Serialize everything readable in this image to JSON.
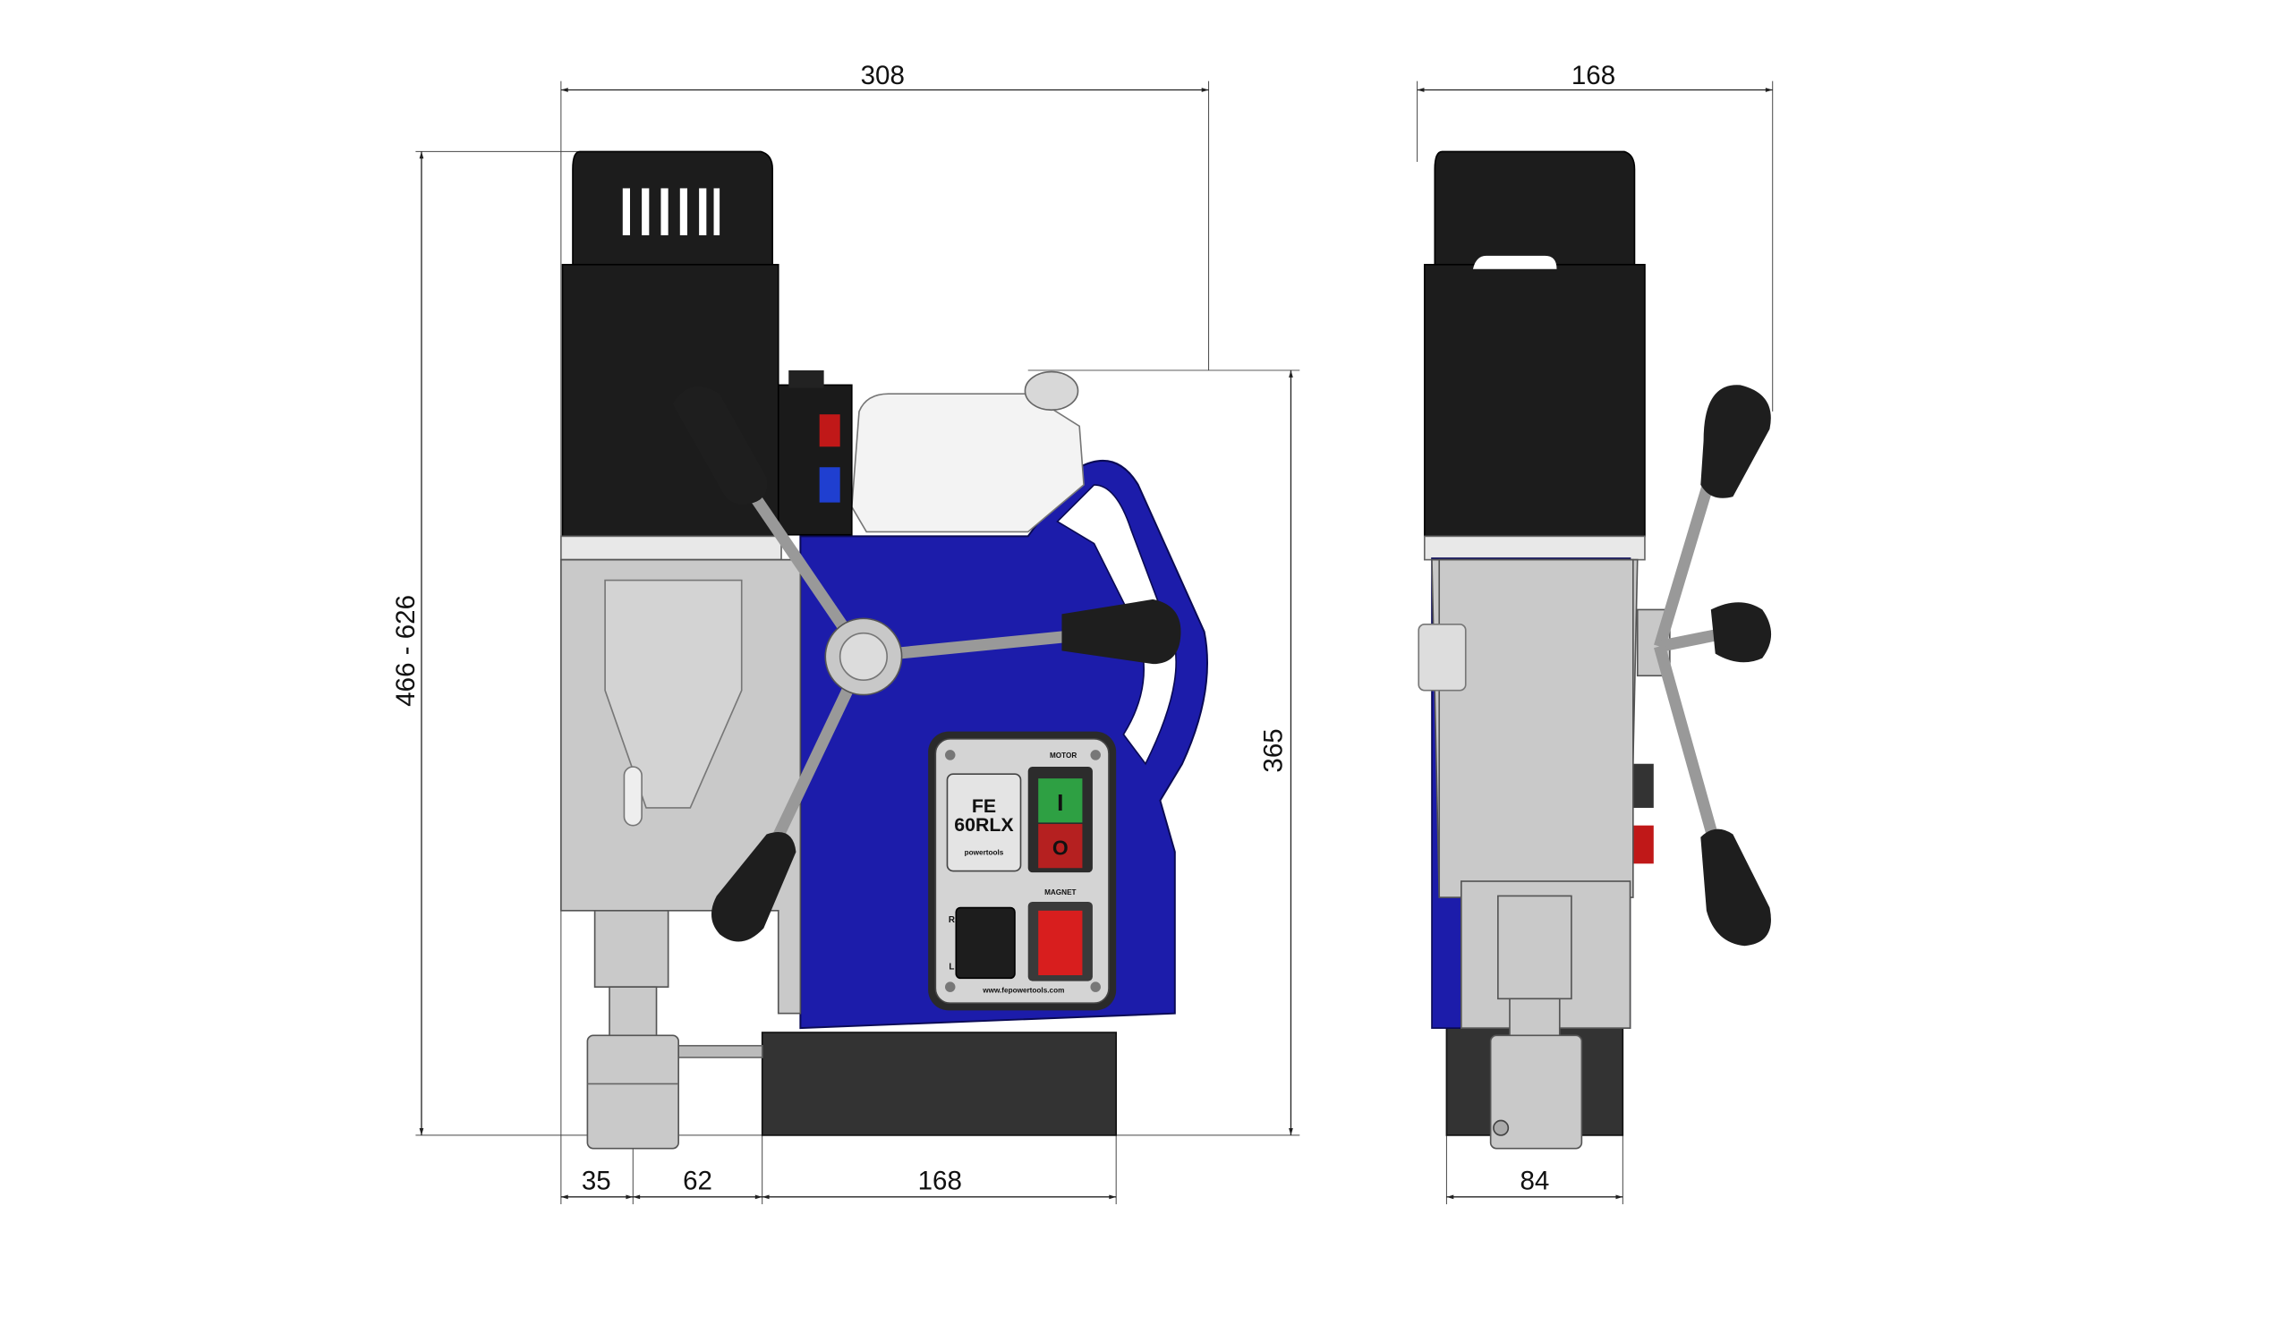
{
  "dimensions": {
    "overall_width": "308",
    "side_width": "168",
    "height_range": "466 - 626",
    "height_base": "365",
    "offset_a": "35",
    "offset_b": "62",
    "base_length": "168",
    "base_width": "84"
  },
  "control_panel": {
    "model_line1": "FE",
    "model_line2": "60RLX",
    "brand": "powertools",
    "motor_label": "MOTOR",
    "motor_on_symbol": "I",
    "motor_off_symbol": "O",
    "magnet_label": "MAGNET",
    "dir_right": "R",
    "dir_left": "L",
    "website": "www.fepowertools.com"
  },
  "colors": {
    "body_blue": "#1c1caa",
    "motor_black": "#1c1c1c",
    "on_green": "#2ea043",
    "off_red": "#b52020",
    "magnet_red": "#d81e1e"
  }
}
